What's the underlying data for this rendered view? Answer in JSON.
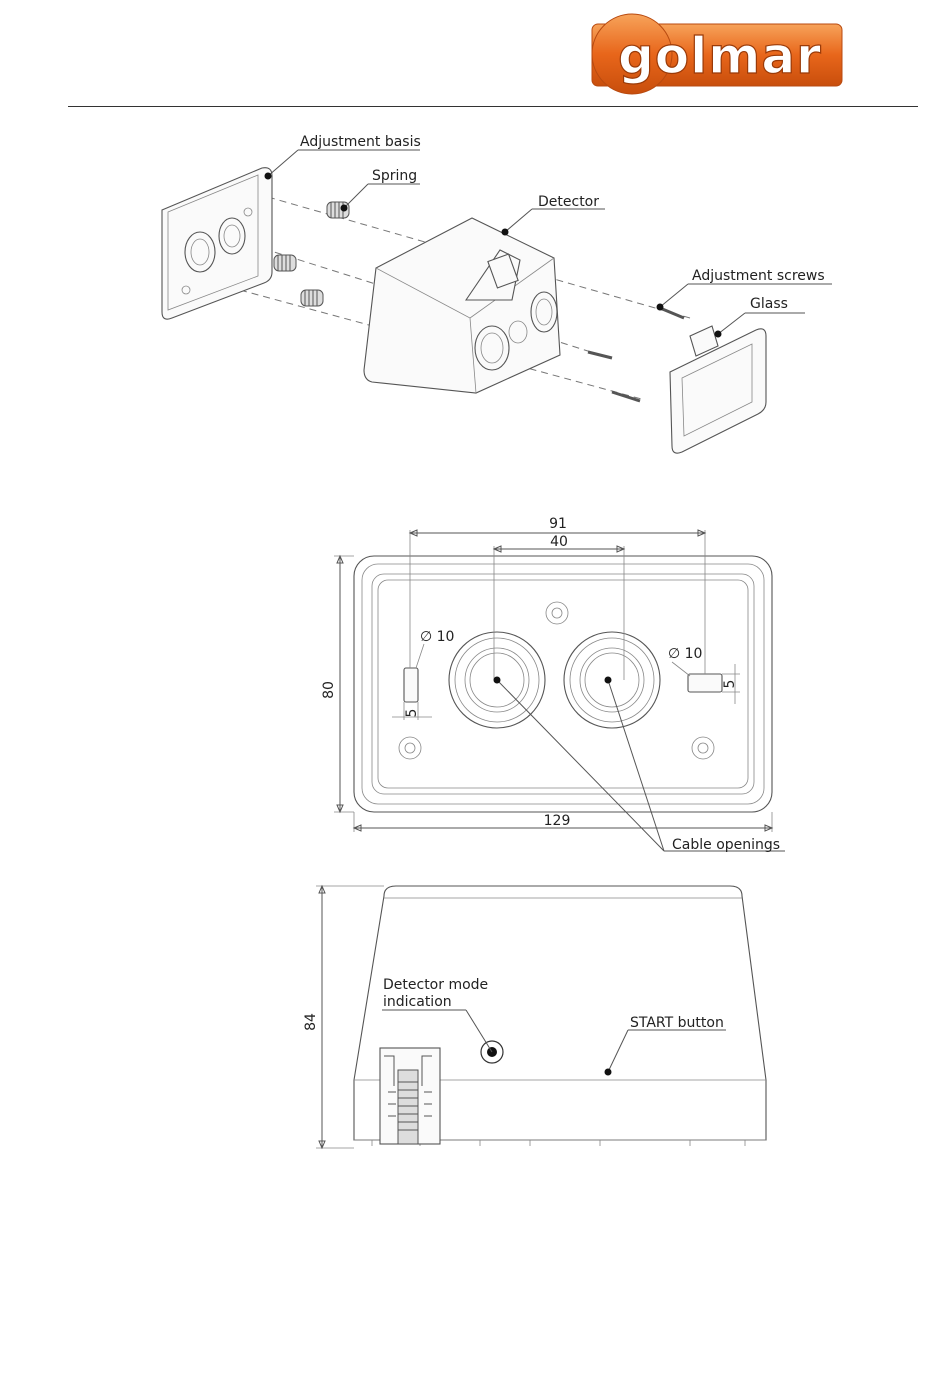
{
  "brand": {
    "logo_text": "golmar",
    "logo_color": "#e8661b"
  },
  "exploded_view": {
    "labels": {
      "adjustment_basis": "Adjustment basis",
      "spring": "Spring",
      "detector": "Detector",
      "adjustment_screws": "Adjustment screws",
      "glass": "Glass"
    }
  },
  "front_view": {
    "dimensions": {
      "d91": "91",
      "d40": "40",
      "d80": "80",
      "d129": "129",
      "hole_left": "∅ 10",
      "hole_right": "∅ 10",
      "slot_left": "5",
      "slot_right": "5"
    },
    "labels": {
      "cable_openings": "Cable openings"
    }
  },
  "side_view": {
    "dimensions": {
      "d84": "84"
    },
    "labels": {
      "detector_mode_line1": "Detector mode",
      "detector_mode_line2": "indication",
      "start_button": "START button"
    }
  }
}
